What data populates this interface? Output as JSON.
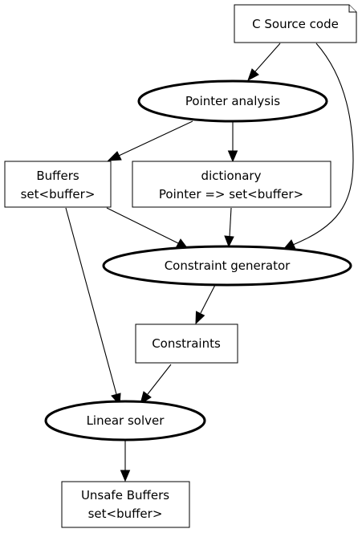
{
  "nodes": {
    "c_source": {
      "label": "C Source code"
    },
    "pointer_analysis": {
      "label": "Pointer analysis"
    },
    "buffers": {
      "label_line1": "Buffers",
      "label_line2": "set<buffer>"
    },
    "dictionary": {
      "label_line1": "dictionary",
      "label_line2": "Pointer => set<buffer>"
    },
    "constraint_generator": {
      "label": "Constraint generator"
    },
    "constraints": {
      "label": "Constraints"
    },
    "linear_solver": {
      "label": "Linear solver"
    },
    "unsafe_buffers": {
      "label_line1": "Unsafe Buffers",
      "label_line2": "set<buffer>"
    }
  },
  "edges": [
    {
      "from": "C Source code",
      "to": "Pointer analysis"
    },
    {
      "from": "C Source code",
      "to": "Constraint generator"
    },
    {
      "from": "Pointer analysis",
      "to": "Buffers"
    },
    {
      "from": "Pointer analysis",
      "to": "dictionary"
    },
    {
      "from": "Buffers",
      "to": "Constraint generator"
    },
    {
      "from": "dictionary",
      "to": "Constraint generator"
    },
    {
      "from": "Buffers",
      "to": "Linear solver"
    },
    {
      "from": "Constraint generator",
      "to": "Constraints"
    },
    {
      "from": "Constraints",
      "to": "Linear solver"
    },
    {
      "from": "Linear solver",
      "to": "Unsafe Buffers"
    }
  ]
}
